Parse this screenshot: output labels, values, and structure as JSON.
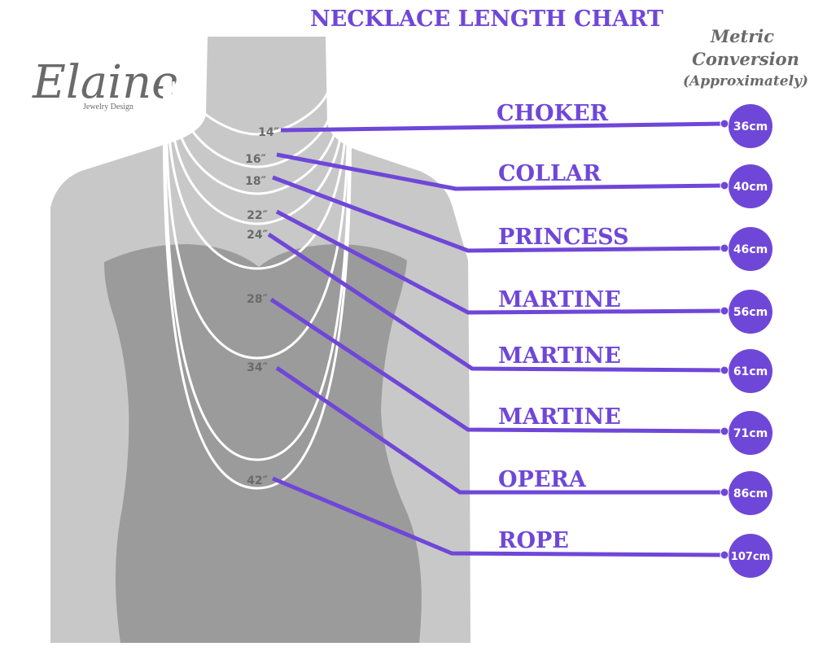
{
  "title": "NECKLACE LENGTH CHART",
  "metric_header": [
    "Metric",
    "Conversion",
    "(Approximately)"
  ],
  "logo": {
    "name": "Elaine",
    "tagline": "Jewelry Design"
  },
  "colors": {
    "accent": "#6f47d8",
    "body_light": "#c8c8c8",
    "body_dark": "#9b9b9b",
    "chain": "#ffffff",
    "label_gray": "#6a6a6a"
  },
  "lengths": [
    {
      "inches": "14″",
      "name": "CHOKER",
      "cm": "36cm"
    },
    {
      "inches": "16″",
      "name": "COLLAR",
      "cm": "40cm"
    },
    {
      "inches": "18″",
      "name": "PRINCESS",
      "cm": "46cm"
    },
    {
      "inches": "22″",
      "name": "MARTINE",
      "cm": "56cm"
    },
    {
      "inches": "24″",
      "name": "MARTINE",
      "cm": "61cm"
    },
    {
      "inches": "28″",
      "name": "MARTINE",
      "cm": "71cm"
    },
    {
      "inches": "34″",
      "name": "OPERA",
      "cm": "86cm"
    },
    {
      "inches": "42″",
      "name": "ROPE",
      "cm": "107cm"
    }
  ]
}
